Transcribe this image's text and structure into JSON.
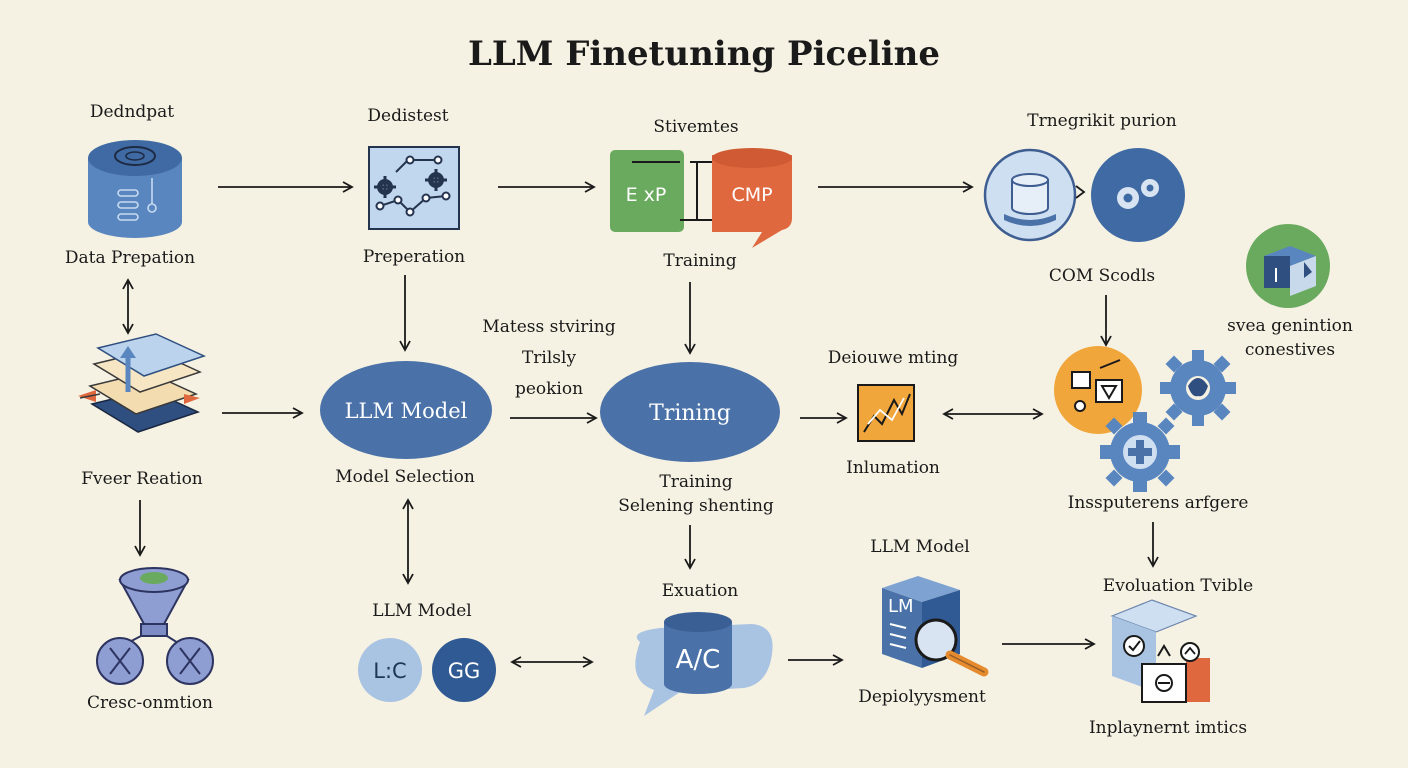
{
  "title": "LLM Finetuning Piceline",
  "colors": {
    "background": "#f6f2e3",
    "blue": "#4a72a8",
    "light_blue": "#a9c3e3",
    "green": "#6aaa5e",
    "orange": "#e0683f",
    "yellow": "#f0a63b"
  },
  "nodes": {
    "dataset": {
      "heading": "Dedndpat",
      "caption": "Data Prepation",
      "icon": "database-icon"
    },
    "preparation": {
      "heading": "Dedistest",
      "caption": "Preperation",
      "icon": "gears-board-icon"
    },
    "compare": {
      "heading": "Stivemtes",
      "caption": "Training",
      "box_a": "E xP",
      "box_b": "CMP"
    },
    "pipeline": {
      "heading": "Trnegrikit purion",
      "caption": "COM Scodls",
      "icon": "database-gear-icon"
    },
    "side": {
      "caption": "svea genintion\nconestives",
      "icon": "cube-icon"
    },
    "layers": {
      "caption": "Fveer Reation",
      "icon": "layers-icon"
    },
    "llm_model": {
      "label": "LLM Model",
      "caption": "Model Selection"
    },
    "middle_note": {
      "text": "Matess stviring\nTrilsly\npeokion"
    },
    "training": {
      "label": "Trining",
      "caption": "Training\nSelening shenting"
    },
    "monitor": {
      "heading": "Deiouwe mting",
      "caption": "Inlumation",
      "icon": "chart-icon"
    },
    "gears": {
      "caption": "Inssputerens arfgere",
      "icon": "gears-icon"
    },
    "funnel": {
      "caption": "Cresc-onmtion",
      "icon": "funnel-icon"
    },
    "circles": {
      "heading": "LLM Model",
      "left": "L:C",
      "right": "GG"
    },
    "exuation": {
      "heading": "Exuation",
      "label": "A/C"
    },
    "deployment": {
      "heading": "LLM Model",
      "caption": "Depiolyysment",
      "badge": "LM"
    },
    "evaluation": {
      "heading": "Evoluation Tvible",
      "caption": "Inplaynernt imtics"
    }
  }
}
